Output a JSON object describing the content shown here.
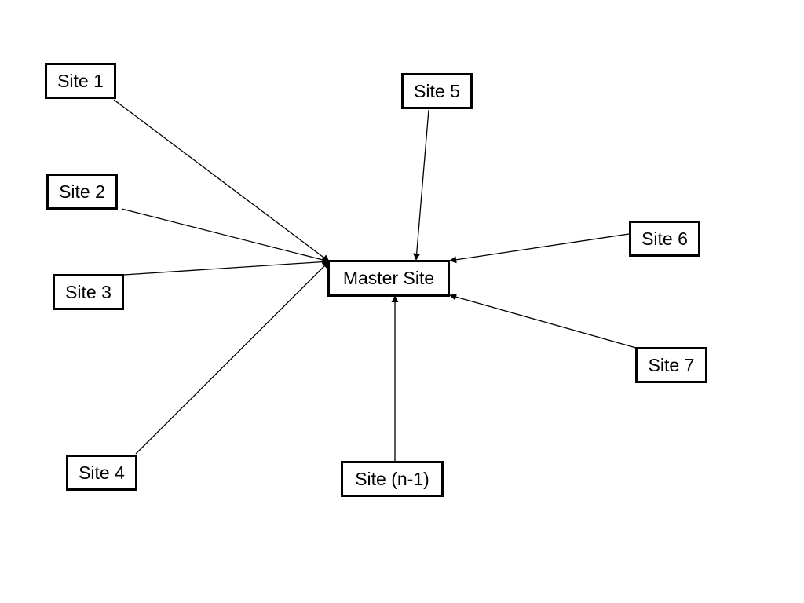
{
  "diagram": {
    "nodes": {
      "site1": "Site 1",
      "site2": "Site 2",
      "site3": "Site 3",
      "site4": "Site 4",
      "site5": "Site 5",
      "site6": "Site 6",
      "site7": "Site 7",
      "site_n1": "Site (n-1)",
      "master": "Master Site"
    },
    "edges": [
      {
        "from": "site1",
        "to": "master"
      },
      {
        "from": "site2",
        "to": "master"
      },
      {
        "from": "site3",
        "to": "master"
      },
      {
        "from": "site4",
        "to": "master"
      },
      {
        "from": "site5",
        "to": "master"
      },
      {
        "from": "site6",
        "to": "master"
      },
      {
        "from": "site7",
        "to": "master"
      },
      {
        "from": "site_n1",
        "to": "master"
      }
    ],
    "colors": {
      "stroke": "#000000",
      "background": "#ffffff"
    }
  }
}
